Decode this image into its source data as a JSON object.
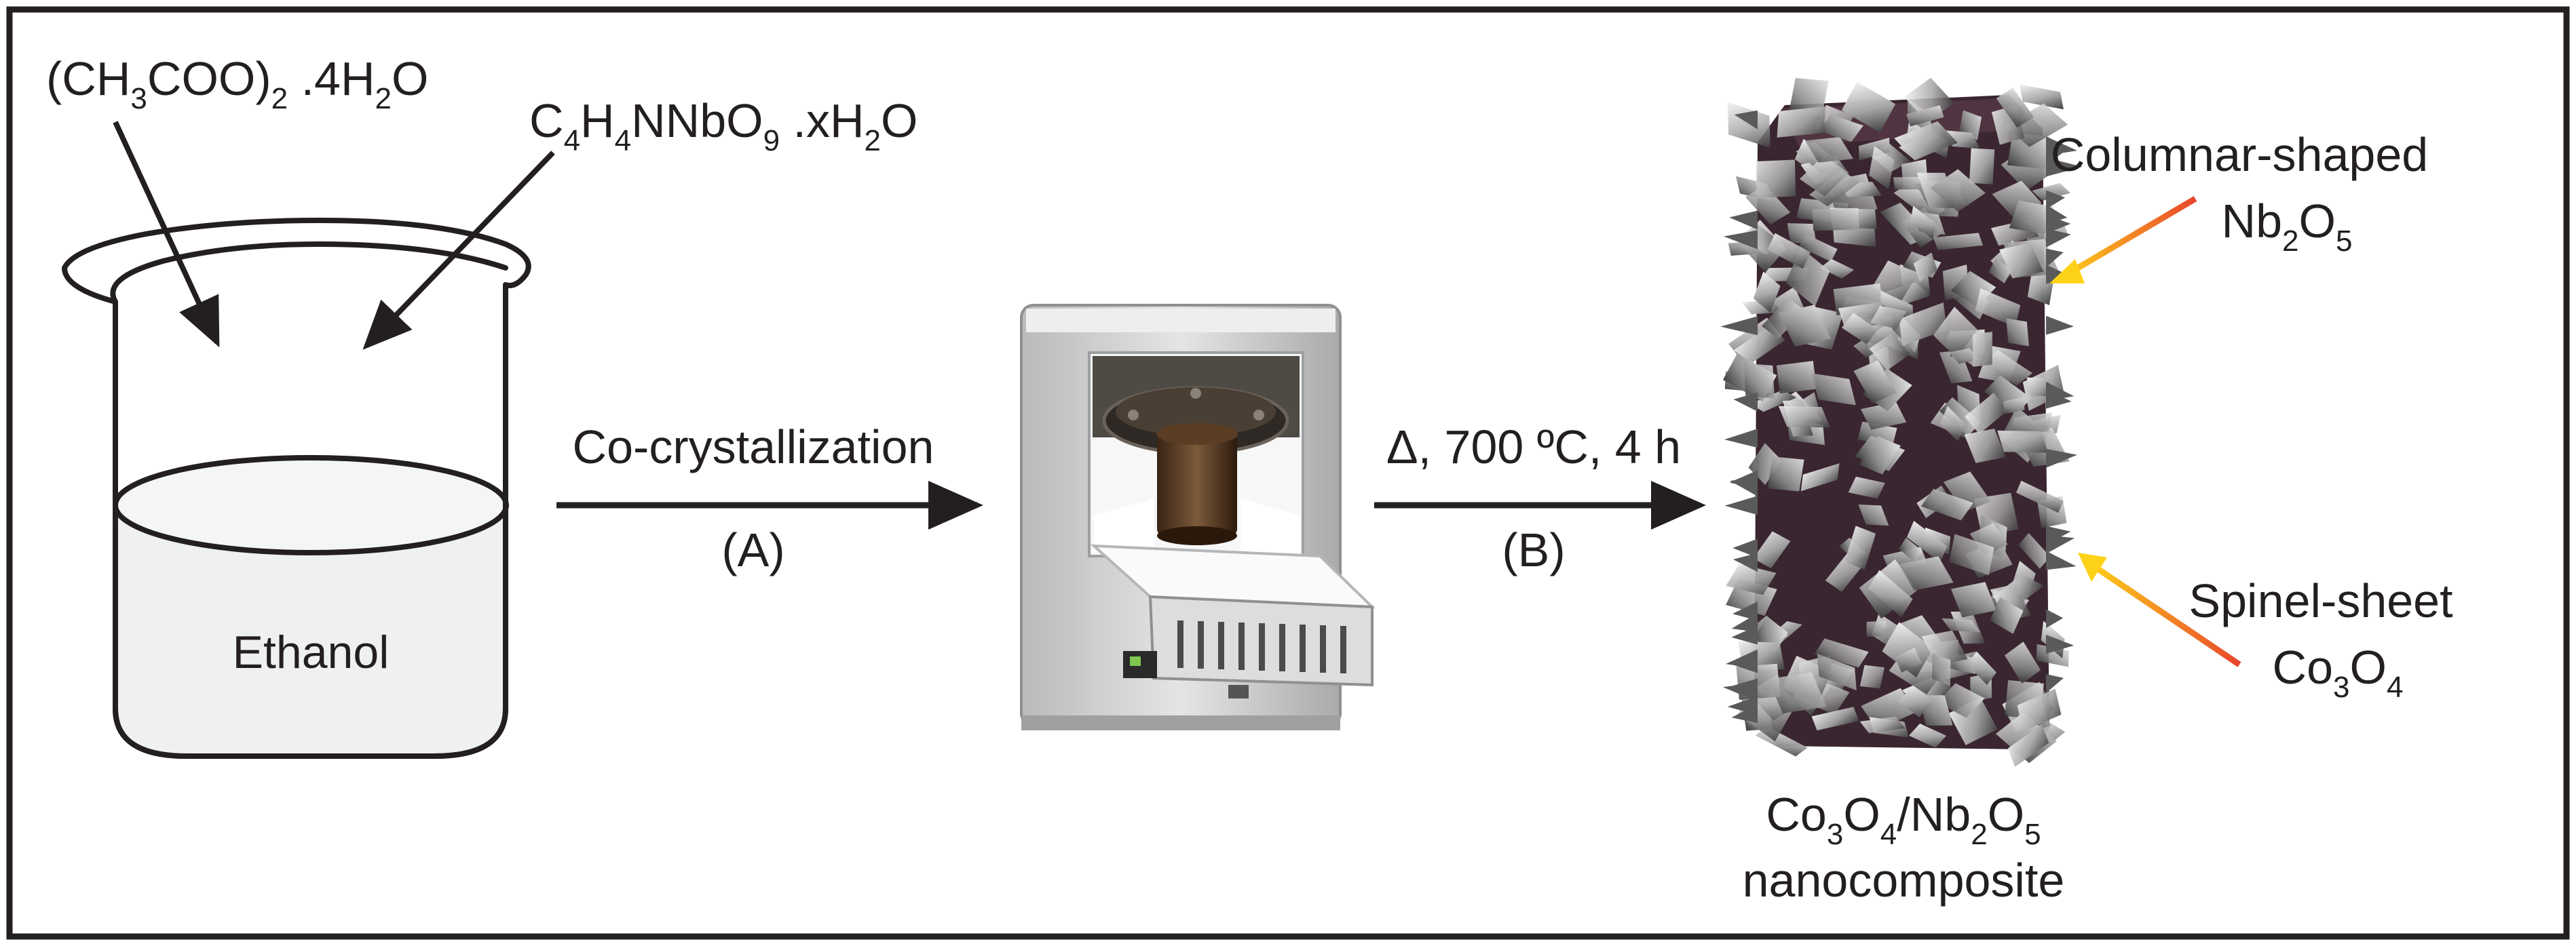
{
  "labels": {
    "cobalt_acetate": {
      "pre": "(CH",
      "s1": "3",
      "mid": "COO)",
      "s2": "2",
      "mid2": " .4H",
      "s3": "2",
      "post": "O"
    },
    "niobium_oxalate": {
      "pre": "C",
      "s1": "4",
      "m1": "H",
      "s2": "4",
      "m2": "NNbO",
      "s3": "9",
      "m3": " .xH",
      "s4": "2",
      "post": "O"
    },
    "solvent": "Ethanol",
    "step_a_text": "Co-crystallization",
    "step_a_label": "(A)",
    "step_b_text": "Δ, 700 ºC, 4 h",
    "step_b_label": "(B)",
    "columnar": {
      "line1": "Columnar-shaped",
      "pre": "Nb",
      "s1": "2",
      "mid": "O",
      "s2": "5"
    },
    "spinel": {
      "line1": "Spinel-sheet",
      "pre": "Co",
      "s1": "3",
      "mid": "O",
      "s2": "4"
    },
    "product": {
      "p1": "Co",
      "s1": "3",
      "p2": "O",
      "s2": "4",
      "p3": "/Nb",
      "s3": "2",
      "p4": "O",
      "s4": "5",
      "line2": "nanocomposite"
    }
  },
  "colors": {
    "ink": "#231f20",
    "liquid": "#eef0f1",
    "furnace_body": "#d6d7d8",
    "composite_core": "#3a2630",
    "flake_light": "#e6e6e6",
    "flake_dark": "#4a4a4a",
    "pointer_start": "#e8462c",
    "pointer_end": "#ffd21a"
  }
}
